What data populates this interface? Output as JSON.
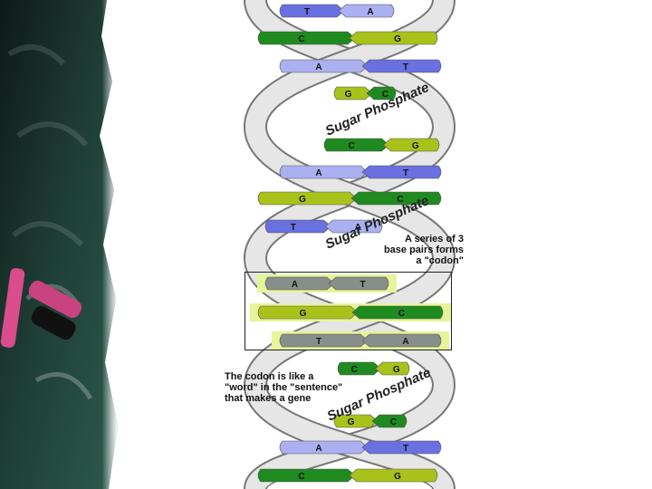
{
  "colors": {
    "chalkboard": "#1f3f36",
    "chalk_pink": "#d94d8c",
    "backbone_fill": "#e6e6e6",
    "backbone_stroke": "#777777",
    "adenine_blue": "#aab0f0",
    "thymine_blue": "#6a70e0",
    "guanine_green": "#a9c21a",
    "cytosine_green": "#1f8a1f",
    "codon_highlight": "#e6f59a"
  },
  "base_pairs_top": [
    {
      "left": "T",
      "right": "A"
    },
    {
      "left": "C",
      "right": "G"
    },
    {
      "left": "A",
      "right": "T"
    },
    {
      "left": "G",
      "right": "C"
    }
  ],
  "base_pairs_upper": [
    {
      "left": "C",
      "right": "G"
    },
    {
      "left": "A",
      "right": "T"
    },
    {
      "left": "G",
      "right": "C"
    },
    {
      "left": "T",
      "right": "A"
    }
  ],
  "codon_pairs": [
    {
      "left": "A",
      "right": "T"
    },
    {
      "left": "G",
      "right": "C"
    },
    {
      "left": "T",
      "right": "A"
    }
  ],
  "base_pairs_lower": [
    {
      "left": "C",
      "right": "G"
    },
    {
      "left": "G",
      "right": "C"
    },
    {
      "left": "A",
      "right": "T"
    },
    {
      "left": "C",
      "right": "G"
    }
  ],
  "backbone_label": "Sugar Phosphate",
  "captions": {
    "codon_line1": "A series of 3",
    "codon_line2": "base pairs forms",
    "codon_line3": "a \"codon\"",
    "word_line1": "The codon is like a",
    "word_line2": "\"word\" in the \"sentence\"",
    "word_line3": "that makes a gene"
  }
}
